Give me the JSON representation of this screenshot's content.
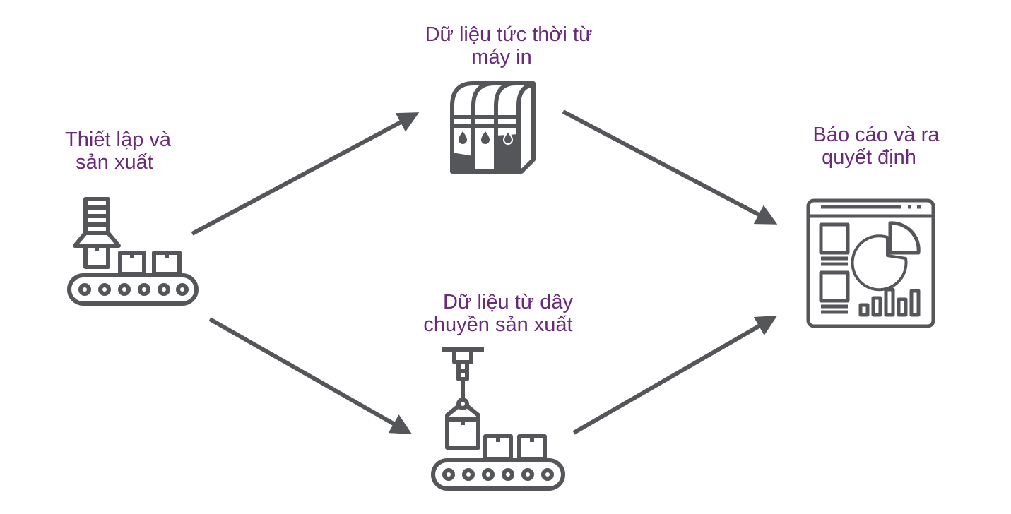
{
  "colors": {
    "label_text": "#6a2a7a",
    "icon_stroke": "#55565a",
    "arrow": "#55565a",
    "background": "#ffffff"
  },
  "nodes": {
    "setup": {
      "label_lines": [
        "Thiết lập và",
        "sản xuất"
      ],
      "icon": "production-line-loader-icon"
    },
    "printer": {
      "label_lines": [
        "Dữ liệu tức thời từ",
        "máy in"
      ],
      "icon": "ink-cartridge-printer-icon"
    },
    "line": {
      "label_lines": [
        "Dữ liệu từ dây",
        "chuyền sản xuất"
      ],
      "icon": "robotic-arm-conveyor-icon"
    },
    "report": {
      "label_lines": [
        "Báo cáo và ra",
        "quyết định"
      ],
      "icon": "dashboard-report-icon"
    }
  },
  "edges": [
    {
      "from": "setup",
      "to": "printer"
    },
    {
      "from": "setup",
      "to": "line"
    },
    {
      "from": "printer",
      "to": "report"
    },
    {
      "from": "line",
      "to": "report"
    }
  ]
}
